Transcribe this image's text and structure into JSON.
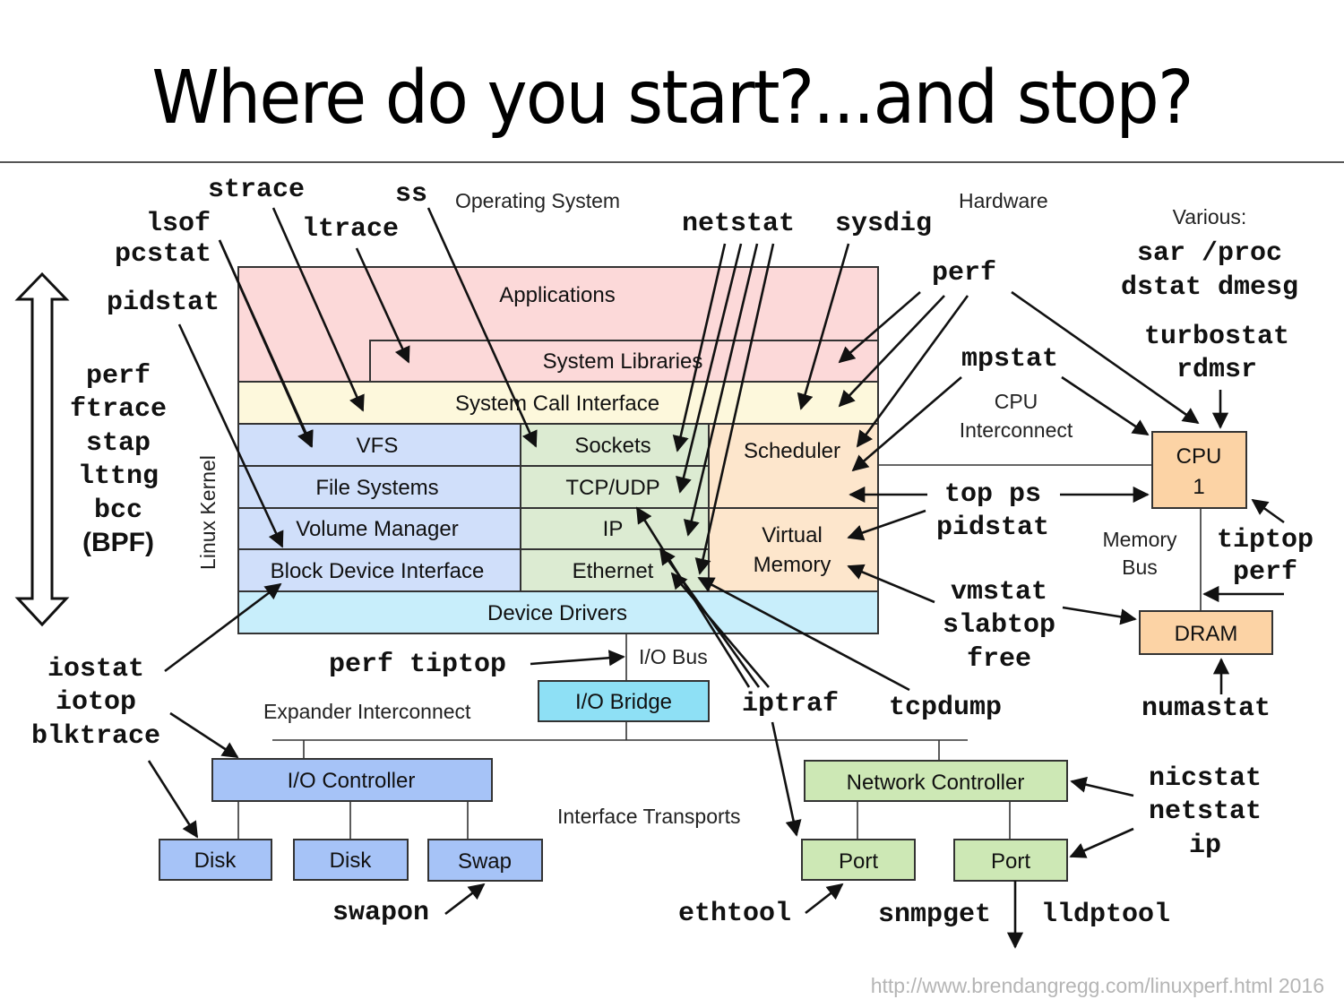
{
  "title": "Where do you start?...and stop?",
  "footer": "http://www.brendangregg.com/linuxperf.html 2016",
  "colors": {
    "applications": "#fcd9d9",
    "syscall": "#fdf8dc",
    "storage_stack": "#d0dffa",
    "network_stack": "#dcebd2",
    "cpu_memory": "#fde6cc",
    "device_drivers": "#c8eefb",
    "io_bridge": "#8ee0f5",
    "io_controller": "#a6c3f7",
    "network_controller": "#cde8b5",
    "hardware_cpu": "#fcd3a5"
  },
  "section_labels": {
    "operating_system": "Operating System",
    "hardware": "Hardware",
    "various": "Various:",
    "linux_kernel": "Linux Kernel",
    "cpu_interconnect_1": "CPU",
    "cpu_interconnect_2": "Interconnect",
    "memory_bus_1": "Memory",
    "memory_bus_2": "Bus",
    "io_bus": "I/O Bus",
    "expander_interconnect": "Expander Interconnect",
    "interface_transports": "Interface Transports"
  },
  "layers": {
    "applications": "Applications",
    "system_libraries": "System Libraries",
    "system_call_interface": "System Call Interface",
    "vfs": "VFS",
    "file_systems": "File Systems",
    "volume_manager": "Volume Manager",
    "block_device_interface": "Block Device Interface",
    "sockets": "Sockets",
    "tcp_udp": "TCP/UDP",
    "ip": "IP",
    "ethernet": "Ethernet",
    "scheduler": "Scheduler",
    "virtual_memory_1": "Virtual",
    "virtual_memory_2": "Memory",
    "device_drivers": "Device Drivers"
  },
  "hardware": {
    "cpu_1": "CPU",
    "cpu_2": "1",
    "dram": "DRAM",
    "io_bridge": "I/O Bridge",
    "io_controller": "I/O Controller",
    "disk_1": "Disk",
    "disk_2": "Disk",
    "swap": "Swap",
    "network_controller": "Network Controller",
    "port_1": "Port",
    "port_2": "Port"
  },
  "tools": {
    "strace": "strace",
    "ss": "ss",
    "lsof": "lsof",
    "ltrace": "ltrace",
    "pcstat": "pcstat",
    "pidstat_top": "pidstat",
    "netstat_top": "netstat",
    "sysdig": "sysdig",
    "perf_top": "perf",
    "sar_proc": "sar /proc",
    "dstat_dmesg": "dstat dmesg",
    "turbostat": "turbostat",
    "rdmsr": "rdmsr",
    "mpstat": "mpstat",
    "kernel_tracers": [
      "perf",
      "ftrace",
      "stap",
      "lttng",
      "bcc"
    ],
    "bpf": "(BPF)",
    "top_ps": "top ps",
    "pidstat_mid": "pidstat",
    "tiptop": "tiptop",
    "perf_mem": "perf",
    "vmstat": "vmstat",
    "slabtop": "slabtop",
    "free": "free",
    "numastat": "numastat",
    "iostat": "iostat",
    "iotop": "iotop",
    "blktrace": "blktrace",
    "perf_tiptop": "perf tiptop",
    "iptraf": "iptraf",
    "tcpdump": "tcpdump",
    "swapon": "swapon",
    "nicstat": "nicstat",
    "netstat_nic": "netstat",
    "ip": "ip",
    "ethtool": "ethtool",
    "snmpget": "snmpget",
    "lldptool": "lldptool"
  }
}
